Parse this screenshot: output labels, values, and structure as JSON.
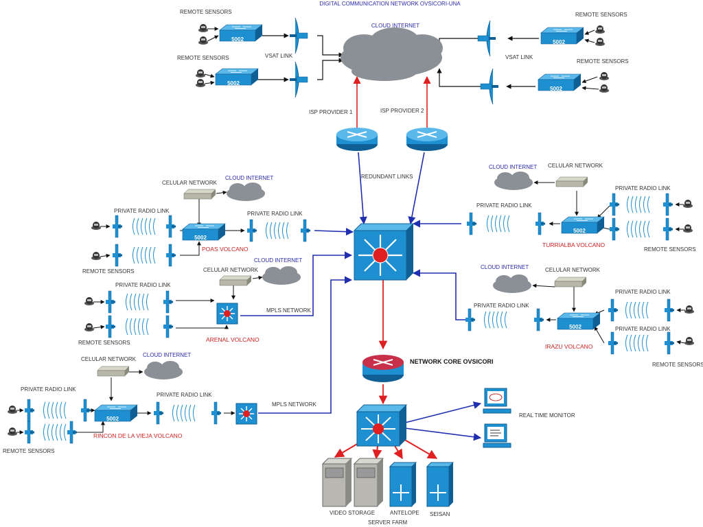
{
  "title": "DIGITAL COMMUNICATION NETWORK OVSICORI-UNA",
  "model_label": "5002",
  "colors": {
    "blue_link": "#1f2fb0",
    "red_link": "#e02020",
    "device": "#1e8fd0",
    "device_dark": "#0f5f94",
    "cloud": "#8a9096",
    "celular": "#b8b8a8"
  },
  "top": {
    "cloud_label": "CLOUD INTERNET",
    "left_upper_sensors": "REMOTE SENSORS",
    "left_lower_sensors": "REMOTE SENSORS",
    "right_upper_sensors": "REMOTE SENSORS",
    "right_lower_sensors": "REMOTE SENSORS",
    "vsat_left": "VSAT LINK",
    "vsat_right": "VSAT LINK",
    "isp1": "ISP PROVIDER 1",
    "isp2": "ISP PROVIDER 2",
    "redundant": "REDUNDANT LINKS"
  },
  "poas": {
    "name": "POAS VOLCANO",
    "celular": "CELULAR NETWORK",
    "cloud": "CLOUD INTERNET",
    "radio_left": "PRIVATE RADIO LINK",
    "radio_right": "PRIVATE RADIO LINK",
    "sensors": "REMOTE SENSORS"
  },
  "arenal": {
    "name": "ARENAL VOLCANO",
    "celular": "CELULAR NETWORK",
    "cloud": "CLOUD INTERNET",
    "radio": "PRIVATE RADIO LINK",
    "sensors": "REMOTE SENSORS",
    "mpls": "MPLS NETWORK"
  },
  "rincon": {
    "name": "RINCON DE LA VIEJA VOLCANO",
    "celular": "CELULAR NETWORK",
    "cloud": "CLOUD INTERNET",
    "radio_left": "PRIVATE RADIO LINK",
    "radio_right": "PRIVATE RADIO LINK",
    "sensors": "REMOTE SENSORS",
    "mpls": "MPLS NETWORK"
  },
  "turrialba": {
    "name": "TURRIALBA VOLCANO",
    "celular": "CELULAR NETWORK",
    "cloud": "CLOUD INTERNET",
    "radio_left": "PRIVATE RADIO LINK",
    "radio_right": "PRIVATE RADIO LINK",
    "sensors": "REMOTE SENSORS"
  },
  "irazu": {
    "name": "IRAZU VOLCANO",
    "celular": "CELULAR NETWORK",
    "cloud": "CLOUD INTERNET",
    "radio_left": "PRIVATE RADIO LINK",
    "radio_right_upper": "PRIVATE RADIO LINK",
    "radio_right_lower": "PRIVATE RADIO LINK",
    "sensors": "REMOTE SENSORS"
  },
  "core": {
    "label": "NETWORK CORE OVSICORI",
    "monitor": "REAL TIME MONITOR",
    "server_farm": "SERVER FARM",
    "video_storage": "VIDEO STORAGE",
    "antelope": "ANTELOPE",
    "seisan": "SEISAN"
  }
}
